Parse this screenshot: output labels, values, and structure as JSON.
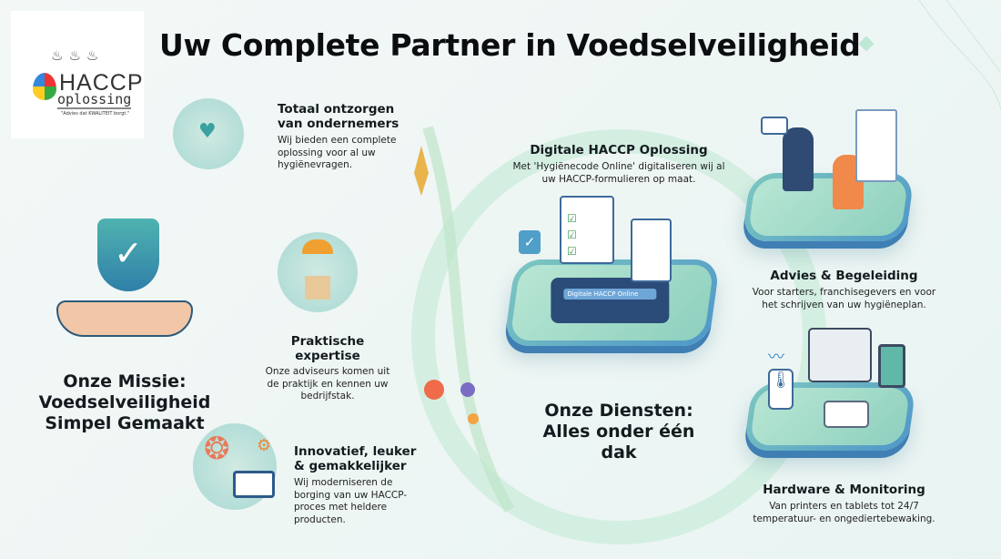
{
  "logo": {
    "brand_line1": "HACCP",
    "brand_line2": "oplossing",
    "tagline": "\"Advies dat KWALITEIT borgt.\""
  },
  "title": "Uw Complete Partner in Voedselveiligheid",
  "mission": {
    "line1": "Onze Missie:",
    "line2": "Voedselveiligheid",
    "line3": "Simpel Gemaakt"
  },
  "features": [
    {
      "heading": "Totaal ontzorgen van ondernemers",
      "body": "Wij bieden een complete oplossing voor al uw hygiënevragen."
    },
    {
      "heading": "Praktische expertise",
      "body": "Onze adviseurs komen uit de praktijk en kennen uw bedrijfstak."
    },
    {
      "heading": "Innovatief, leuker & gemakkelijker",
      "body": "Wij moderniseren de borging van uw HACCP-proces met heldere producten."
    }
  ],
  "services_title": {
    "line1": "Onze Diensten:",
    "line2": "Alles onder één dak"
  },
  "services": [
    {
      "heading": "Digitale HACCP Oplossing",
      "body": "Met 'Hygiënecode Online' digitaliseren wij al uw HACCP-formulieren op maat.",
      "screen_label": "Digitale HACCP Online"
    },
    {
      "heading": "Advies & Begeleiding",
      "body": "Voor starters, franchisegevers en voor het schrijven van uw hygiëneplan."
    },
    {
      "heading": "Hardware & Monitoring",
      "body": "Van printers en tablets tot 24/7 temperatuur- en ongediertebewaking."
    }
  ],
  "colors": {
    "accent_green": "#8fd3b8",
    "accent_blue": "#4f97c9",
    "title": "#0b0d10"
  }
}
